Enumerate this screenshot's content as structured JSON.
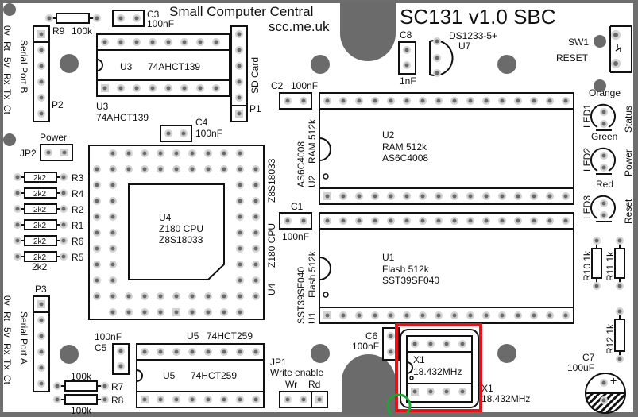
{
  "board": {
    "title": "SC131 v1.0 SBC",
    "maker": "Small Computer Central",
    "website": "scc.me.uk",
    "colors": {
      "background": "#ffffff",
      "border": "#6e6e6e",
      "silkscreen": "#111111",
      "pad_ring": "#d2d2d2",
      "pad_hole": "#6a6a6a",
      "mounting_hole": "#6b6b6b",
      "highlight_red": "#e0151b",
      "highlight_green": "#1fa336"
    }
  },
  "serial_b": {
    "ref": "P2",
    "label": "Serial Port B",
    "pins": [
      "0v",
      "Rt",
      "5v",
      "Rx",
      "Tx",
      "Ct"
    ]
  },
  "serial_a": {
    "ref": "P3",
    "label": "Serial Port A",
    "pins": [
      "0v",
      "Rt",
      "5v",
      "Rx",
      "Tx",
      "Ct"
    ]
  },
  "sd_card": {
    "ref": "P1",
    "label": "SD Card"
  },
  "power_jumper": {
    "ref": "JP2",
    "label": "Power"
  },
  "write_jumper": {
    "ref": "JP1",
    "label": "Write enable",
    "pin_labels": [
      "Wr",
      "Rd"
    ]
  },
  "resistors": [
    {
      "ref": "R9",
      "value": "100k"
    },
    {
      "ref": "R3",
      "value": "2k2"
    },
    {
      "ref": "R4",
      "value": "2k2"
    },
    {
      "ref": "R2",
      "value": "2k2"
    },
    {
      "ref": "R1",
      "value": "2k2"
    },
    {
      "ref": "R6",
      "value": "2k2"
    },
    {
      "ref": "R5",
      "value": "2k2"
    },
    {
      "ref": "R7",
      "value": "100k"
    },
    {
      "ref": "R8",
      "value": "100k"
    },
    {
      "ref": "R10",
      "value": "1k"
    },
    {
      "ref": "R11",
      "value": "1k"
    },
    {
      "ref": "R12",
      "value": "1k"
    }
  ],
  "resistor_pack_value": "2k2",
  "capacitors": [
    {
      "ref": "C1",
      "value": "100nF"
    },
    {
      "ref": "C2",
      "value": "100nF"
    },
    {
      "ref": "C3",
      "value": "100nF"
    },
    {
      "ref": "C4",
      "value": "100nF"
    },
    {
      "ref": "C5",
      "value": "100nF"
    },
    {
      "ref": "C6",
      "value": "100nF"
    },
    {
      "ref": "C7",
      "value": "100uF"
    },
    {
      "ref": "C8",
      "value": "1nF"
    }
  ],
  "chips": {
    "u1": {
      "ref": "U1",
      "function": "Flash 512k",
      "part": "SST39SF040"
    },
    "u2": {
      "ref": "U2",
      "function": "RAM 512k",
      "part": "AS6C4008"
    },
    "u3": {
      "ref": "U3",
      "part": "74AHCT139"
    },
    "u4": {
      "ref": "U4",
      "function": "Z180 CPU",
      "part": "Z8S18033"
    },
    "u5": {
      "ref": "U5",
      "part": "74HCT259"
    },
    "u7": {
      "ref": "U7",
      "part": "DS1233-5+"
    },
    "x1": {
      "ref": "X1",
      "value": "18.432MHz"
    }
  },
  "switch": {
    "ref": "SW1",
    "label": "RESET"
  },
  "leds": [
    {
      "ref": "LED1",
      "color": "Orange",
      "function": "Status"
    },
    {
      "ref": "LED2",
      "color": "Green",
      "function": "Power"
    },
    {
      "ref": "LED3",
      "color": "Red",
      "function": "Reset"
    }
  ]
}
